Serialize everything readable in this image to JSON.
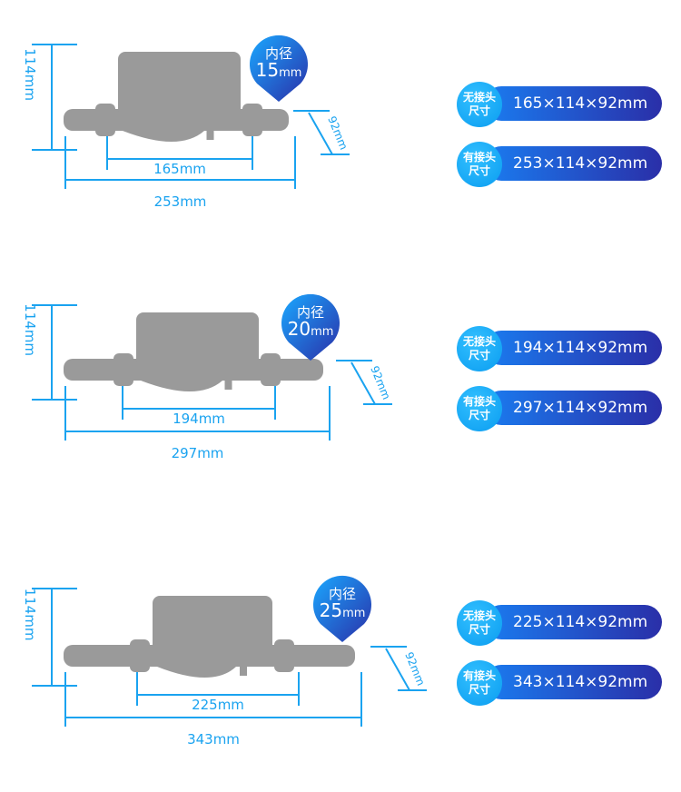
{
  "colors": {
    "dim": "#1aa3f0",
    "meter": "#9a9a9a",
    "accent_start": "#1a7cf0",
    "accent_end": "#2a2fa8"
  },
  "bore_label": "内径",
  "height_label": "114mm",
  "depth_label": "92mm",
  "pill_labels": {
    "without": [
      "无接头",
      "尺寸"
    ],
    "with": [
      "有接头",
      "尺寸"
    ]
  },
  "sections": [
    {
      "bore": "15",
      "unit": "mm",
      "short": "165mm",
      "long": "253mm",
      "dims_without": "165×114×92mm",
      "dims_with": "253×114×92mm"
    },
    {
      "bore": "20",
      "unit": "mm",
      "short": "194mm",
      "long": "297mm",
      "dims_without": "194×114×92mm",
      "dims_with": "297×114×92mm"
    },
    {
      "bore": "25",
      "unit": "mm",
      "short": "225mm",
      "long": "343mm",
      "dims_without": "225×114×92mm",
      "dims_with": "343×114×92mm"
    }
  ]
}
